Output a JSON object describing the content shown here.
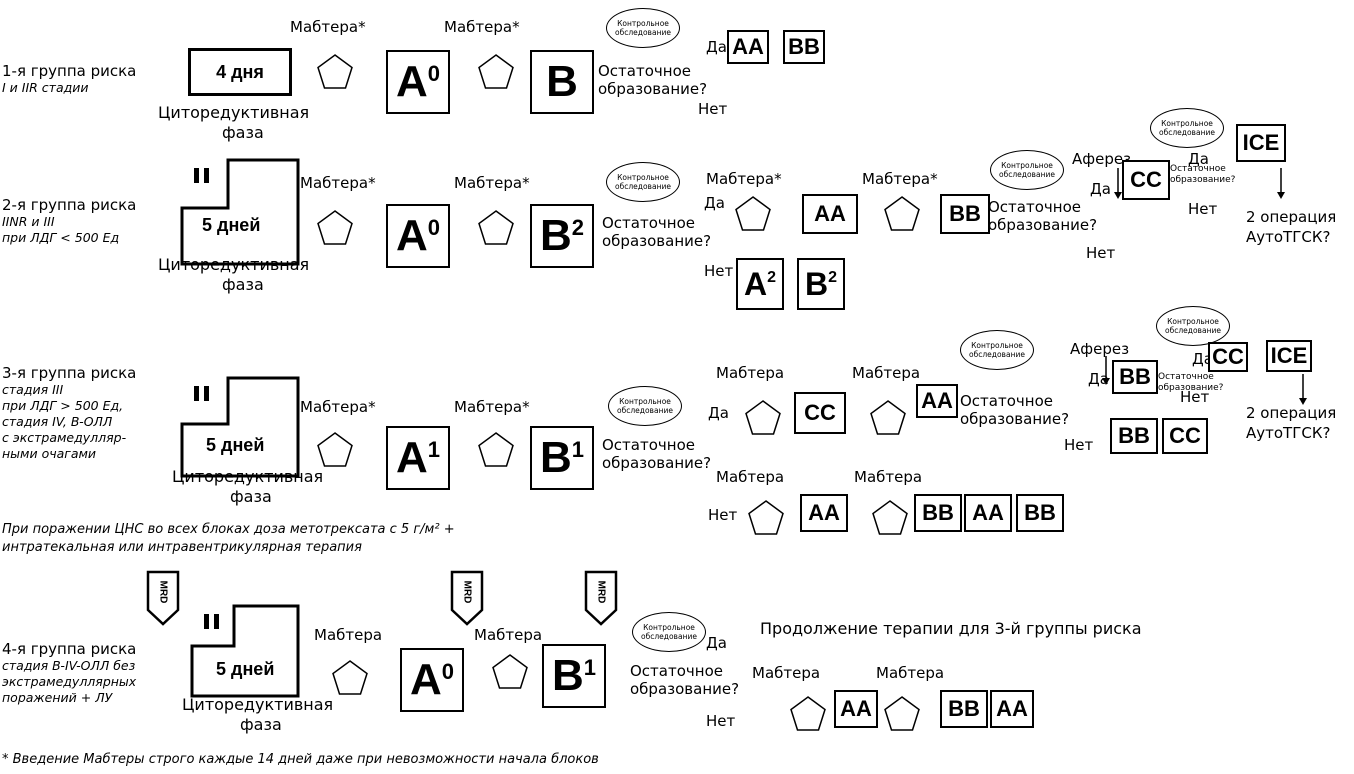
{
  "groups": [
    {
      "title": "1-я группа риска",
      "criteria": [
        "I и IIR стадии"
      ],
      "prephase": "4 дня"
    },
    {
      "title": "2-я группа риска",
      "criteria": [
        "IINR и III",
        "при ЛДГ < 500 Ед"
      ],
      "prephase": "5 дней"
    },
    {
      "title": "3-я группа риска",
      "criteria": [
        "стадия III",
        "при ЛДГ > 500 Ед,",
        "стадия IV, B-ОЛЛ",
        "с экстрамедулляр-",
        "ными очагами",
        ""
      ],
      "prephase": "5 дней"
    },
    {
      "title": "4-я группа риска",
      "criteria": [
        "стадия B-IV-ОЛЛ без",
        "экстрамедуллярных",
        "поражений + ЛУ"
      ],
      "prephase": "5 дней"
    }
  ],
  "labels": {
    "cytoreductive_line1": "Циторедуктивная",
    "cytoreductive_line2": "фаза",
    "mabthera_star": "Мабтера*",
    "mabthera": "Мабтера",
    "control_exam": "Контрольное обследование",
    "residual_line1": "Остаточное",
    "residual_line2": "образование?",
    "yes": "Да",
    "no": "Нет",
    "apheresis": "Аферез",
    "second_operation": "2 операция",
    "auto_hsct": "АутоТГСК?",
    "mrd": "MRD",
    "continuation": "Продолжение терапии для 3-й группы риска"
  },
  "blocks": {
    "A0": {
      "letter": "A",
      "sup": "0"
    },
    "A1": {
      "letter": "A",
      "sup": "1"
    },
    "A2": {
      "letter": "A",
      "sup": "2"
    },
    "B": {
      "letter": "B"
    },
    "B1": {
      "letter": "B",
      "sup": "1"
    },
    "B2": {
      "letter": "B",
      "sup": "2"
    },
    "AA": "AA",
    "BB": "BB",
    "CC": "CC",
    "ICE": "ICE"
  },
  "cns_note": [
    "При поражении ЦНС во всех блоках доза метотрексата с 5 г/м² +",
    "интратекальная или интравентрикулярная терапия"
  ],
  "footnote": "* Введение Мабтеры строго каждые 14 дней даже при невозможности начала блоков"
}
